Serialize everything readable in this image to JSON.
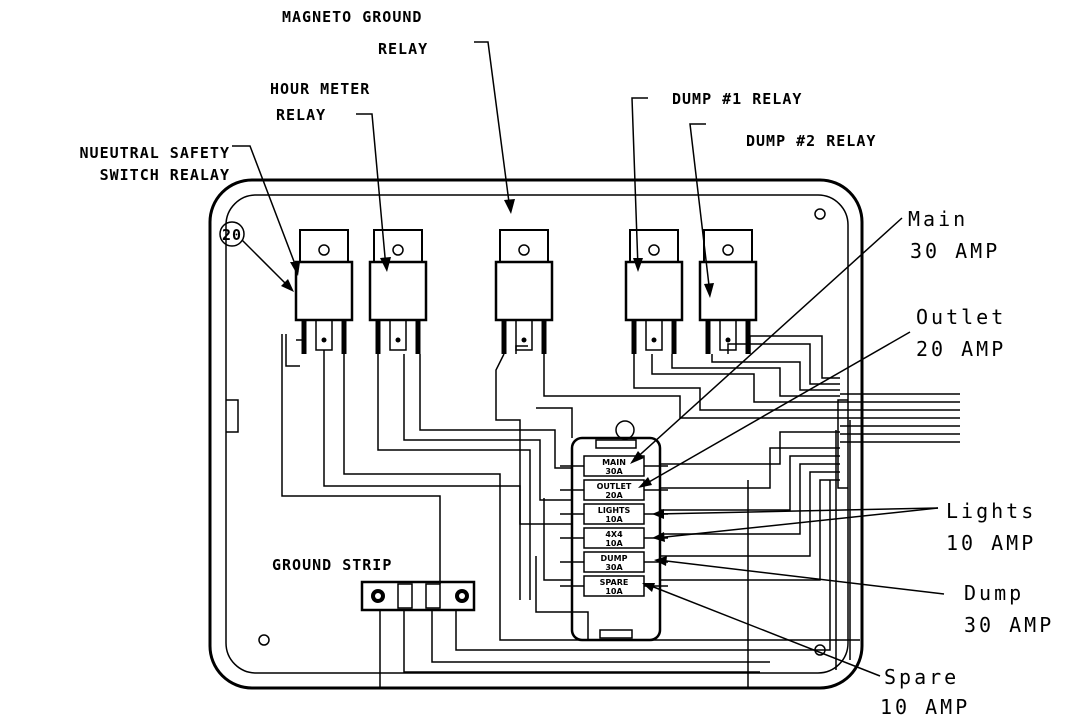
{
  "labels": {
    "magneto_ground": "MAGNETO GROUND",
    "magneto_relay": "RELAY",
    "hour_meter": "HOUR METER",
    "hour_relay": "RELAY",
    "dump1": "DUMP #1 RELAY",
    "dump2": "DUMP #2 RELAY",
    "neutral_line1": "NUEUTRAL SAFETY",
    "neutral_line2": "SWITCH REALAY",
    "callout": "20",
    "ground_strip": "GROUND STRIP"
  },
  "fuse_labels": [
    {
      "name": "Main",
      "amp": "30 AMP"
    },
    {
      "name": "Outlet",
      "amp": "20 AMP"
    },
    {
      "name": "Lights",
      "amp": "10 AMP"
    },
    {
      "name": "Dump",
      "amp": "30 AMP"
    },
    {
      "name": "Spare",
      "amp": "10 AMP"
    }
  ],
  "fuse_block": [
    {
      "name": "MAIN",
      "rating": "30A"
    },
    {
      "name": "OUTLET",
      "rating": "20A"
    },
    {
      "name": "LIGHTS",
      "rating": "10A"
    },
    {
      "name": "4X4",
      "rating": "10A"
    },
    {
      "name": "DUMP",
      "rating": "30A"
    },
    {
      "name": "SPARE",
      "rating": "10A"
    }
  ]
}
